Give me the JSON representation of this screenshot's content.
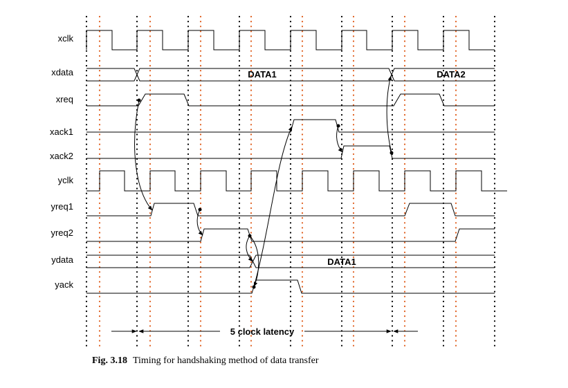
{
  "diagram": {
    "signals": [
      {
        "id": "xclk",
        "label": "xclk"
      },
      {
        "id": "xdata",
        "label": "xdata"
      },
      {
        "id": "xreq",
        "label": "xreq"
      },
      {
        "id": "xack1",
        "label": "xack1"
      },
      {
        "id": "xack2",
        "label": "xack2"
      },
      {
        "id": "yclk",
        "label": "yclk"
      },
      {
        "id": "yreq1",
        "label": "yreq1"
      },
      {
        "id": "yreq2",
        "label": "yreq2"
      },
      {
        "id": "ydata",
        "label": "ydata"
      },
      {
        "id": "yack",
        "label": "yack"
      }
    ],
    "data_labels": {
      "xdata_first": "DATA1",
      "xdata_second": "DATA2",
      "ydata_first": "DATA1"
    },
    "latency_label": "5 clock latency",
    "guide_colors": {
      "xclk_edges": "#000000",
      "yclk_edges": "#e06020"
    }
  },
  "caption": {
    "figure_number": "Fig. 3.18",
    "text": "Timing for handshaking method of data transfer"
  }
}
